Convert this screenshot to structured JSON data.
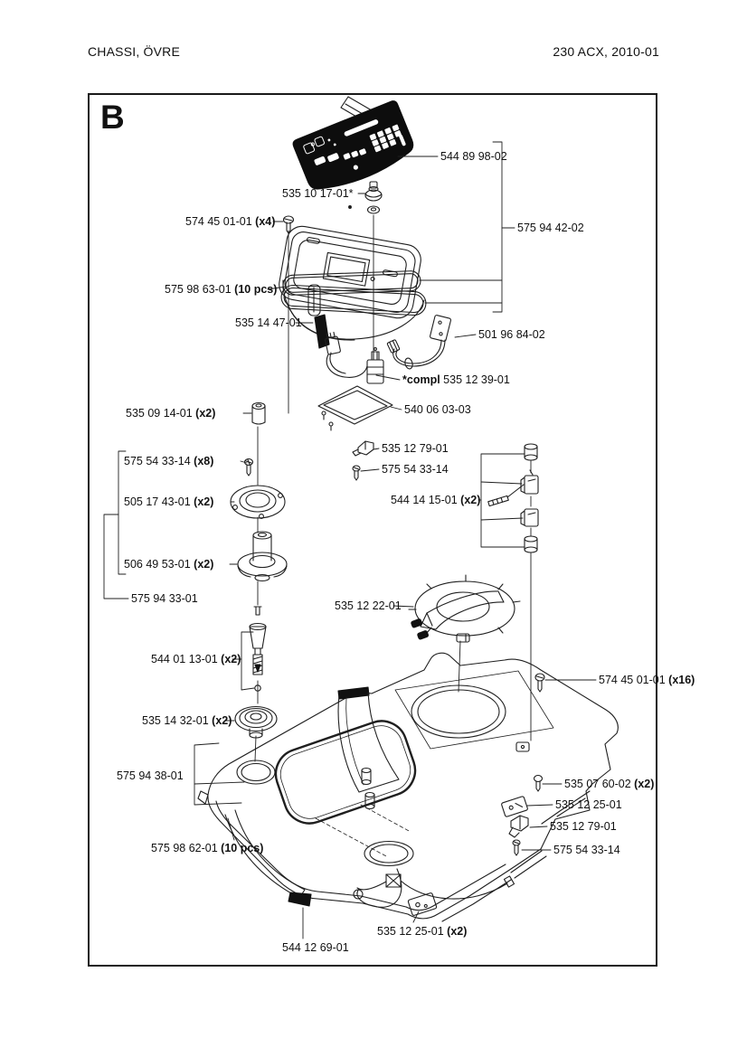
{
  "page": {
    "header_left": "CHASSI, ÖVRE",
    "header_right": "230 ACX, 2010-01",
    "section_letter": "B"
  },
  "colors": {
    "line": "#1f1f1f",
    "background": "#ffffff",
    "keypad_black": "#0d0d0d"
  },
  "labels": [
    {
      "text": "544 89 98-02"
    },
    {
      "text": "535 10 17-01*"
    },
    {
      "text": "574 45 01-01 ",
      "bold": "(x4)"
    },
    {
      "text": "575 94 42-02"
    },
    {
      "text": "575 98 63-01 ",
      "bold": "(10 pcs)"
    },
    {
      "text": "535 14 47-01"
    },
    {
      "text": "501 96 84-02"
    },
    {
      "bold_prefix": "*compl",
      "text": " 535 12 39-01"
    },
    {
      "text": "540 06 03-03"
    },
    {
      "text": "535 09 14-01 ",
      "bold": "(x2)"
    },
    {
      "text": "575 54 33-14 ",
      "bold": "(x8)"
    },
    {
      "text": "505 17 43-01 ",
      "bold": "(x2)"
    },
    {
      "text": "506 49 53-01 ",
      "bold": "(x2)"
    },
    {
      "text": "575 94 33-01"
    },
    {
      "text": "535 12 79-01"
    },
    {
      "text": "575 54 33-14"
    },
    {
      "text": "544 14 15-01 ",
      "bold": "(x2)"
    },
    {
      "text": "535 12 22-01"
    },
    {
      "text": "544 01 13-01 ",
      "bold": "(x2)"
    },
    {
      "text": "574 45 01-01 ",
      "bold": "(x16)"
    },
    {
      "text": "535 14 32-01 ",
      "bold": "(x2)"
    },
    {
      "text": "575 94 38-01"
    },
    {
      "text": "535 07 60-02 ",
      "bold": "(x2)"
    },
    {
      "text": "535 12 25-01"
    },
    {
      "text": "535 12 79-01"
    },
    {
      "text": "575 54 33-14"
    },
    {
      "text": "575 98 62-01 ",
      "bold": "(10 pcs)"
    },
    {
      "text": "535 12 25-01 ",
      "bold": "(x2)"
    },
    {
      "text": "544 12 69-01"
    }
  ]
}
